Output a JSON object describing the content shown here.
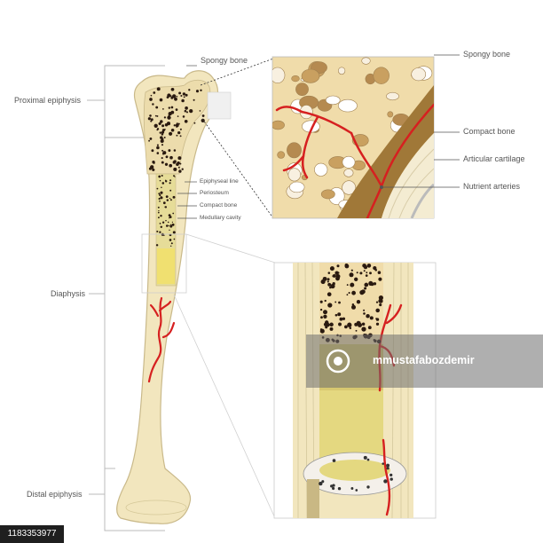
{
  "labels": {
    "proximal_epiphysis": "Proximal epiphysis",
    "diaphysis": "Diaphysis",
    "distal_epiphysis": "Distal epiphysis",
    "spongy_bone_top": "Spongy bone",
    "epiphyseal_line": "Epiphyseal line",
    "periosteum": "Periosteum",
    "compact_bone_small": "Compact bone",
    "medullary_cavity": "Medullary cavity",
    "spongy_bone_right": "Spongy bone",
    "compact_bone_right": "Compact bone",
    "articular_cartilage": "Articular cartilage",
    "nutrient_arteries": "Nutrient arteries"
  },
  "watermark": {
    "text": "mmustafabozdemir"
  },
  "stock_id": "1183353977",
  "colors": {
    "bone": "#f2e6be",
    "bone_outline": "#c9b98a",
    "spongy_bg": "#f0dcaa",
    "marrow": "#e8d890",
    "artery": "#d62020",
    "compact": "#a07838",
    "leader": "#555555"
  }
}
